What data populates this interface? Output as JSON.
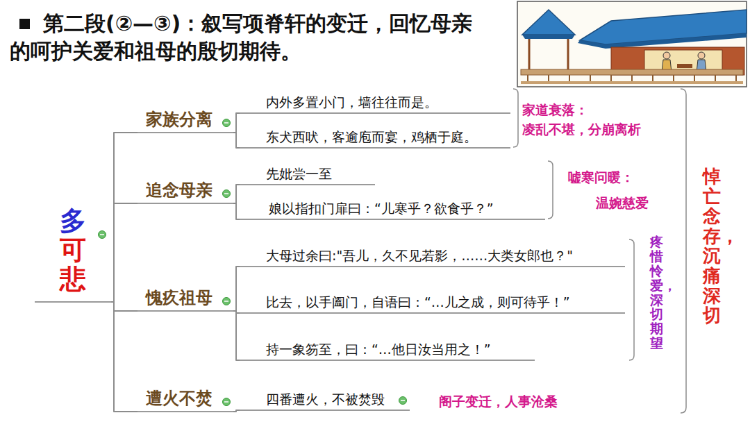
{
  "diagram": {
    "title": "第二段(②—③)：叙写项脊轩的变迁，回忆母亲的呵护关爱和祖母的殷切期待。",
    "nodes": [
      {
        "text": [
          "多",
          "可悲"
        ]
      },
      {
        "text": [
          "家族分离"
        ]
      },
      {
        "text": [
          "内外多置小门，墙往往而是。"
        ]
      },
      {
        "text": [
          "东犬西吠，客逾庖而宴，鸡栖于庭。"
        ]
      },
      {
        "text": [
          "追念母亲"
        ]
      },
      {
        "text": [
          "先妣尝一至"
        ]
      },
      {
        "text": [
          "娘以指扣门扉曰：“儿寒乎？欲食乎？”"
        ]
      },
      {
        "text": [
          "愧疚祖母"
        ]
      },
      {
        "text": [
          "大母过余曰:\"吾儿，久不见若影，……大类女郎也？\""
        ]
      },
      {
        "text": [
          "比去，以手阖门，自语曰：“…儿之成，则可待乎！”"
        ]
      },
      {
        "text": [
          "持一象笏至，曰：“…他日汝当用之！”"
        ]
      },
      {
        "text": [
          "遭火不焚"
        ]
      },
      {
        "text": [
          "四番遭火，不被焚毁"
        ]
      }
    ],
    "edges": [
      {
        "from": 0,
        "to": 1,
        "arrow": "none"
      },
      {
        "from": 0,
        "to": 4,
        "arrow": "none"
      },
      {
        "from": 0,
        "to": 7,
        "arrow": "none"
      },
      {
        "from": 0,
        "to": 11,
        "arrow": "none"
      },
      {
        "from": 1,
        "to": 2,
        "arrow": "none"
      },
      {
        "from": 1,
        "to": 3,
        "arrow": "none"
      },
      {
        "from": 4,
        "to": 5,
        "arrow": "none"
      },
      {
        "from": 4,
        "to": 6,
        "arrow": "none"
      },
      {
        "from": 7,
        "to": 8,
        "arrow": "none"
      },
      {
        "from": 7,
        "to": 9,
        "arrow": "none"
      },
      {
        "from": 7,
        "to": 10,
        "arrow": "none"
      },
      {
        "from": 11,
        "to": 12,
        "arrow": "none"
      }
    ],
    "labels": [
      "家道衰落：",
      "凌乱不堪，分崩离析",
      "嘘寒问暖：",
      "温婉慈爱",
      "疼惜怜爱，深切期望",
      "阁子变迁，人事沧桑",
      "悼亡念存，沉痛深切"
    ]
  }
}
